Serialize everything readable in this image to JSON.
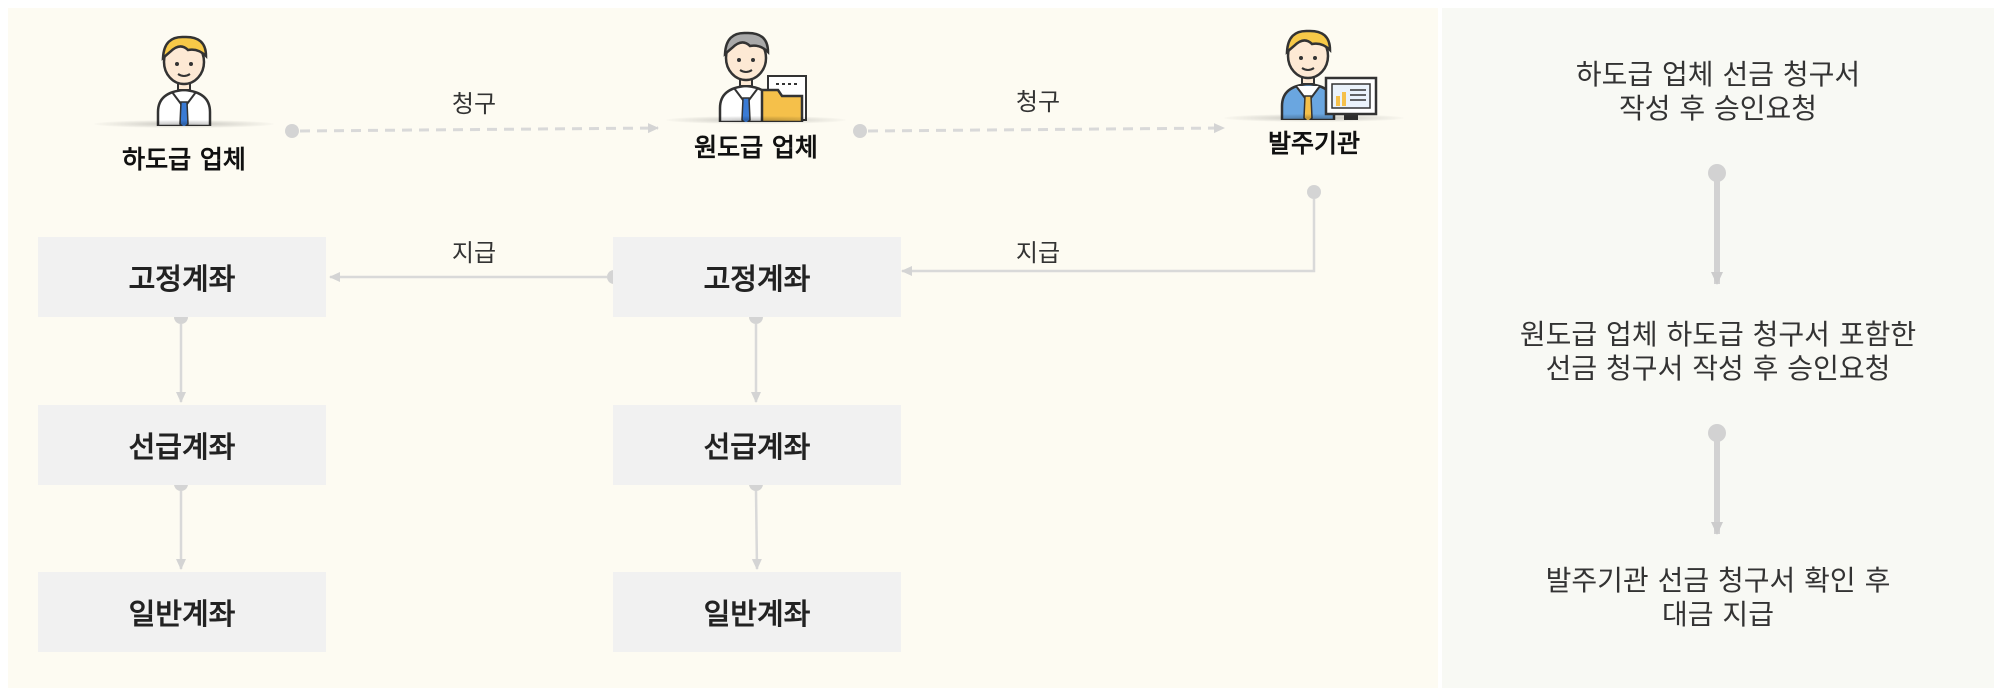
{
  "actors": {
    "subcontractor": "하도급 업체",
    "prime_contractor": "원도급 업체",
    "client_agency": "발주기관"
  },
  "flow_labels": {
    "request_1": "청구",
    "request_2": "청구",
    "pay_1": "지급",
    "pay_2": "지급"
  },
  "accounts": {
    "sub_fixed": "고정계좌",
    "sub_advance": "선급계좌",
    "sub_general": "일반계좌",
    "prime_fixed": "고정계좌",
    "prime_advance": "선급계좌",
    "prime_general": "일반계좌"
  },
  "steps": [
    {
      "line1": "하도급 업체 선금 청구서",
      "line2": "작성 후 승인요청"
    },
    {
      "line1": "원도급 업체 하도급 청구서 포함한",
      "line2": "선금 청구서 작성 후 승인요청"
    },
    {
      "line1": "발주기관 선금 청구서 확인 후",
      "line2": "대금 지급"
    }
  ],
  "icons": {
    "subcontractor": "worker-person-icon",
    "prime_contractor": "worker-with-folder-icon",
    "client_agency": "worker-with-monitor-icon"
  },
  "colors": {
    "left_panel": "#fdfbf2",
    "right_panel": "#f8f9f4",
    "box": "#f1f1f1",
    "connector": "#d9d9d9",
    "hair": "#f7c948",
    "tie": "#3a7bd5",
    "folder": "#f5c04a"
  }
}
